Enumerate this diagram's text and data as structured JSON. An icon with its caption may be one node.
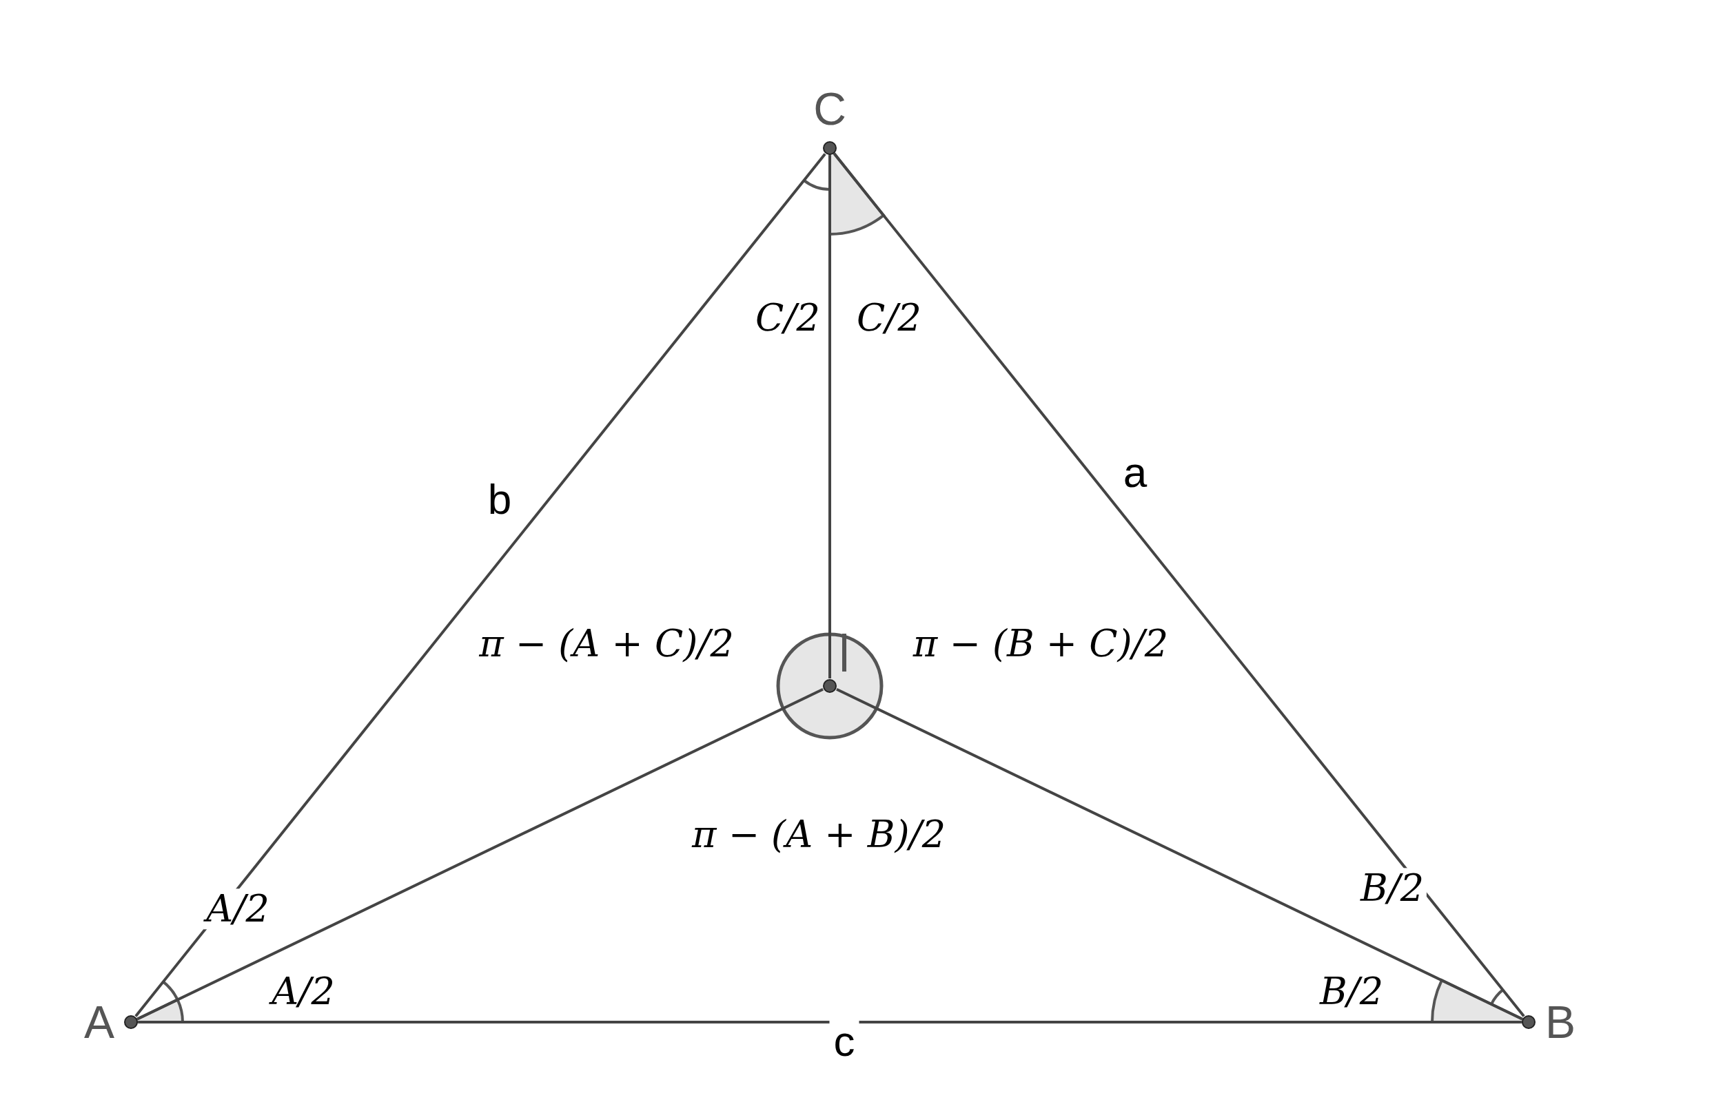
{
  "diagram": {
    "nodes": [
      {
        "text": [
          "C"
        ]
      },
      {
        "text": [
          "A"
        ]
      },
      {
        "text": [
          "B"
        ]
      },
      {
        "text": [],
        "shape": "circle"
      }
    ],
    "edges": [
      {
        "from": 1,
        "to": 2,
        "arrow": "none",
        "label": "c"
      },
      {
        "from": 2,
        "to": 0,
        "arrow": "none",
        "label": "a"
      },
      {
        "from": 0,
        "to": 1,
        "arrow": "none",
        "label": "b"
      },
      {
        "from": 0,
        "to": 3,
        "arrow": "none"
      },
      {
        "from": 1,
        "to": 3,
        "arrow": "none"
      },
      {
        "from": 2,
        "to": 3,
        "arrow": "none"
      }
    ],
    "labels": [
      "C/2",
      "C/2",
      "π − (A + C)/2",
      "π − (B + C)/2",
      "π − (A + B)/2",
      "A/2",
      "B/2",
      "A/2",
      "B/2"
    ]
  }
}
